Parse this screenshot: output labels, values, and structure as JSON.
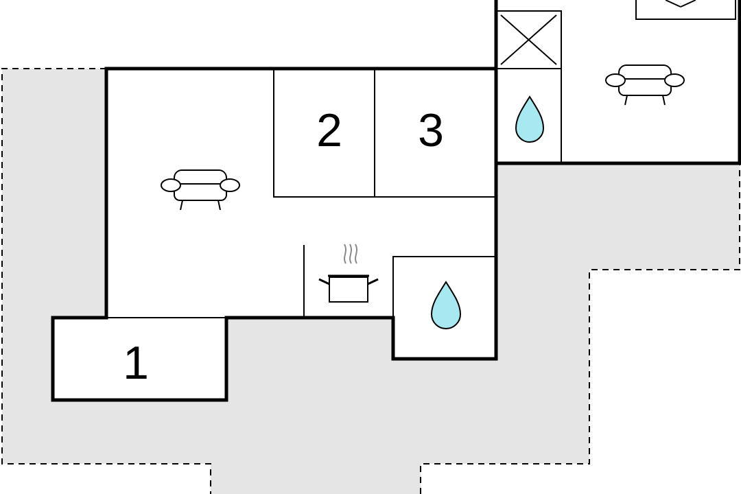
{
  "rooms": {
    "room_1": "1",
    "room_2": "2",
    "room_3": "3"
  },
  "icons": {
    "sofa": "sofa-icon",
    "water": "water-drop-icon",
    "cooking": "cooking-pot-icon",
    "ventilation": "ventilation-shaft-icon"
  },
  "colors": {
    "wall": "#000000",
    "terrace": "#e5e5e5",
    "floor": "#ffffff",
    "water": "#a8e8f0"
  }
}
